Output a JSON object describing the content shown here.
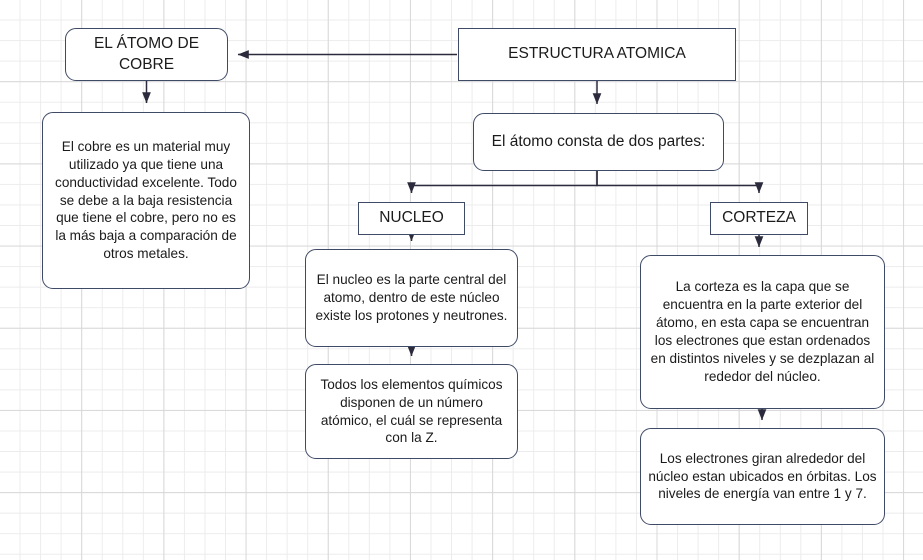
{
  "diagram": {
    "title": "Mapa conceptual: Estructura Atomica",
    "colors": {
      "node_border": "#3f4a66",
      "node_fill": "#ffffff",
      "connector": "#2b2b3d",
      "grid_minor": "#ececec",
      "grid_major": "#d8d8d8",
      "text": "#1b1b1b"
    },
    "nodes": {
      "atomo_cobre": {
        "label": "EL ÁTOMO DE COBRE",
        "shape": "rounded-rectangle"
      },
      "estructura_atomica": {
        "label": "ESTRUCTURA ATOMICA",
        "shape": "rectangle"
      },
      "cobre_descripcion": {
        "label": "El cobre es un material muy utilizado ya que tiene una conductividad excelente. Todo se debe a la baja resistencia que tiene el cobre, pero no es la más baja a comparación de otros metales.",
        "shape": "rounded-rectangle"
      },
      "dos_partes": {
        "label": "El átomo consta de dos partes:",
        "shape": "rounded-rectangle"
      },
      "nucleo": {
        "label": "NUCLEO",
        "shape": "rectangle"
      },
      "corteza": {
        "label": "CORTEZA",
        "shape": "rectangle"
      },
      "nucleo_descripcion": {
        "label": "El nucleo es la parte central del atomo, dentro de este núcleo existe los protones y neutrones.",
        "shape": "rounded-rectangle"
      },
      "elementos_descripcion": {
        "label": "Todos los elementos químicos disponen de un número atómico, el cuál se representa con la Z.",
        "shape": "rounded-rectangle"
      },
      "corteza_descripcion": {
        "label": "La corteza es la capa que se encuentra en la parte exterior del átomo, en esta capa se encuentran los electrones que estan ordenados en distintos niveles y se dezplazan al rededor del núcleo.",
        "shape": "rounded-rectangle"
      },
      "electrones_descripcion": {
        "label": "Los electrones giran alrededor del núcleo estan ubicados en órbitas. Los niveles de energía van entre 1 y 7.",
        "shape": "rounded-rectangle"
      }
    },
    "connectors": [
      {
        "name": "estructura-to-atomo-cobre",
        "from": "estructura_atomica",
        "to": "atomo_cobre",
        "arrow": true
      },
      {
        "name": "atomo-cobre-to-cobre-descripcion",
        "from": "atomo_cobre",
        "to": "cobre_descripcion",
        "arrow": true
      },
      {
        "name": "estructura-to-dos-partes",
        "from": "estructura_atomica",
        "to": "dos_partes",
        "arrow": true
      },
      {
        "name": "dos-partes-to-nucleo",
        "from": "dos_partes",
        "to": "nucleo",
        "arrow": true
      },
      {
        "name": "dos-partes-to-corteza",
        "from": "dos_partes",
        "to": "corteza",
        "arrow": true
      },
      {
        "name": "nucleo-to-nucleo-descripcion",
        "from": "nucleo",
        "to": "nucleo_descripcion",
        "arrow": true
      },
      {
        "name": "nucleo-descripcion-to-elementos-descripcion",
        "from": "nucleo_descripcion",
        "to": "elementos_descripcion",
        "arrow": true
      },
      {
        "name": "corteza-to-corteza-descripcion",
        "from": "corteza",
        "to": "corteza_descripcion",
        "arrow": true
      },
      {
        "name": "corteza-descripcion-to-electrones-descripcion",
        "from": "corteza_descripcion",
        "to": "electrones_descripcion",
        "arrow": true
      }
    ]
  }
}
